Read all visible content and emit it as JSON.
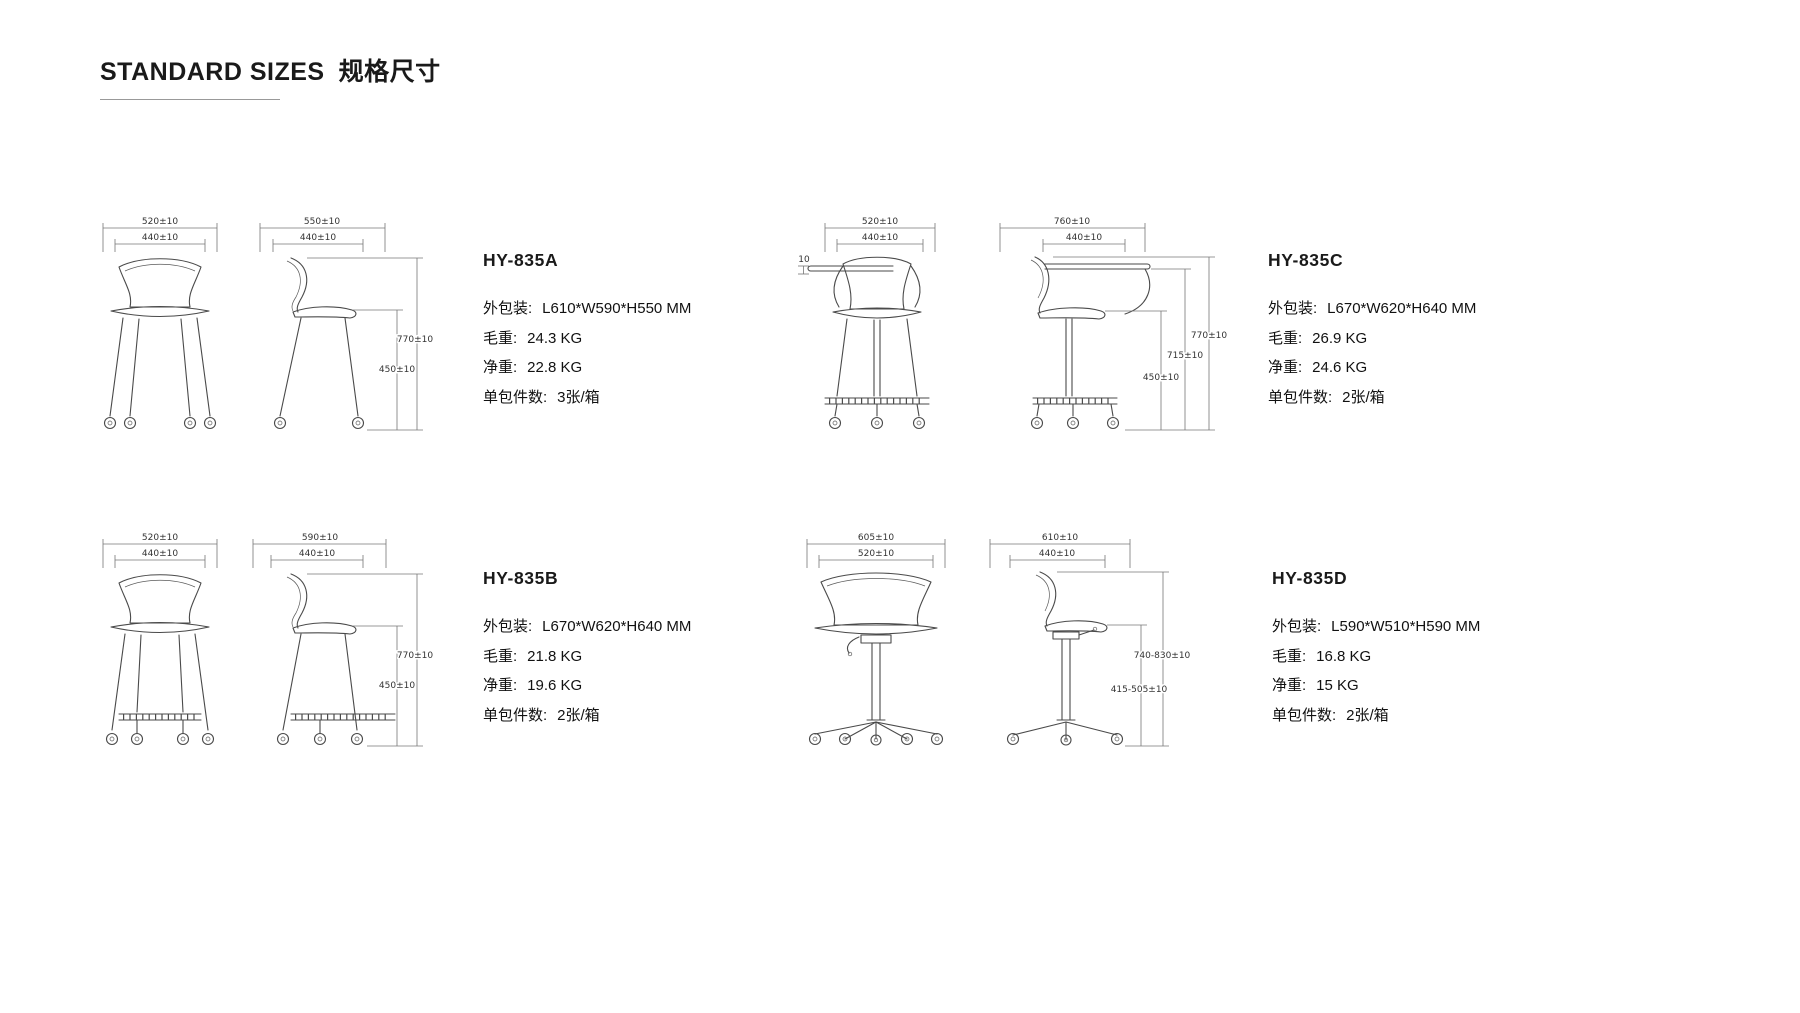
{
  "page": {
    "title_en": "STANDARD SIZES",
    "title_zh": "规格尺寸"
  },
  "colors": {
    "text": "#1a1a1a",
    "drawing_line": "#4a4a4a"
  },
  "products": [
    {
      "model": "HY-835A",
      "specs": [
        {
          "label": "外包装:",
          "value": "L610*W590*H550 MM"
        },
        {
          "label": "毛重:",
          "value": "24.3 KG"
        },
        {
          "label": "净重:",
          "value": "22.8 KG"
        },
        {
          "label": "单包件数:",
          "value": "3张/箱"
        }
      ],
      "dims": {
        "front_outer": "520±10",
        "front_inner": "440±10",
        "side_outer": "550±10",
        "side_inner": "440±10",
        "height_total": "770±10",
        "height_seat": "450±10"
      }
    },
    {
      "model": "HY-835B",
      "specs": [
        {
          "label": "外包装:",
          "value": "L670*W620*H640 MM"
        },
        {
          "label": "毛重:",
          "value": "21.8 KG"
        },
        {
          "label": "净重:",
          "value": "19.6 KG"
        },
        {
          "label": "单包件数:",
          "value": "2张/箱"
        }
      ],
      "dims": {
        "front_outer": "520±10",
        "front_inner": "440±10",
        "side_outer": "590±10",
        "side_inner": "440±10",
        "height_total": "770±10",
        "height_seat": "450±10"
      }
    },
    {
      "model": "HY-835C",
      "specs": [
        {
          "label": "外包装:",
          "value": "L670*W620*H640 MM"
        },
        {
          "label": "毛重:",
          "value": "26.9 KG"
        },
        {
          "label": "净重:",
          "value": "24.6 KG"
        },
        {
          "label": "单包件数:",
          "value": "2张/箱"
        }
      ],
      "dims": {
        "front_outer": "520±10",
        "front_inner": "440±10",
        "tablet_offset": "10",
        "side_outer": "760±10",
        "side_inner": "440±10",
        "height_back": "715±10",
        "height_total": "770±10",
        "height_seat": "450±10"
      }
    },
    {
      "model": "HY-835D",
      "specs": [
        {
          "label": "外包装:",
          "value": "L590*W510*H590 MM"
        },
        {
          "label": "毛重:",
          "value": "16.8 KG"
        },
        {
          "label": "净重:",
          "value": "15 KG"
        },
        {
          "label": "单包件数:",
          "value": "2张/箱"
        }
      ],
      "dims": {
        "front_outer": "605±10",
        "front_inner": "520±10",
        "side_outer": "610±10",
        "side_inner": "440±10",
        "height_total": "740-830±10",
        "height_seat": "415-505±10"
      }
    }
  ]
}
